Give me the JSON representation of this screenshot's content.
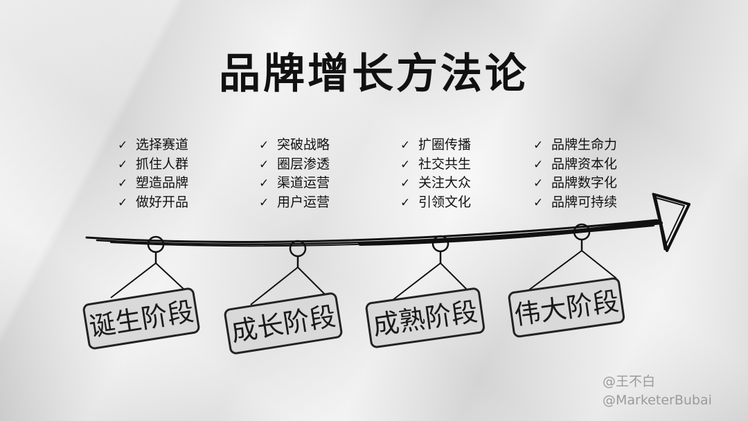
{
  "title": "品牌增长方法论",
  "check_icon": "✓",
  "columns": [
    {
      "items": [
        "选择赛道",
        "抓住人群",
        "塑造品牌",
        "做好开品"
      ]
    },
    {
      "items": [
        "突破战略",
        "圈层渗透",
        "渠道运营",
        "用户运营"
      ]
    },
    {
      "items": [
        "扩圈传播",
        "社交共生",
        "关注大众",
        "引领文化"
      ]
    },
    {
      "items": [
        "品牌生命力",
        "品牌资本化",
        "品牌数字化",
        "品牌可持续"
      ]
    }
  ],
  "stages": [
    "诞生阶段",
    "成长阶段",
    "成熟阶段",
    "伟大阶段"
  ],
  "watermark": [
    "@王不白",
    "@MarketerBubai"
  ],
  "colors": {
    "ink": "#111111",
    "sign_fill": "#d9d9d9",
    "watermark": "#9a9a9a"
  }
}
